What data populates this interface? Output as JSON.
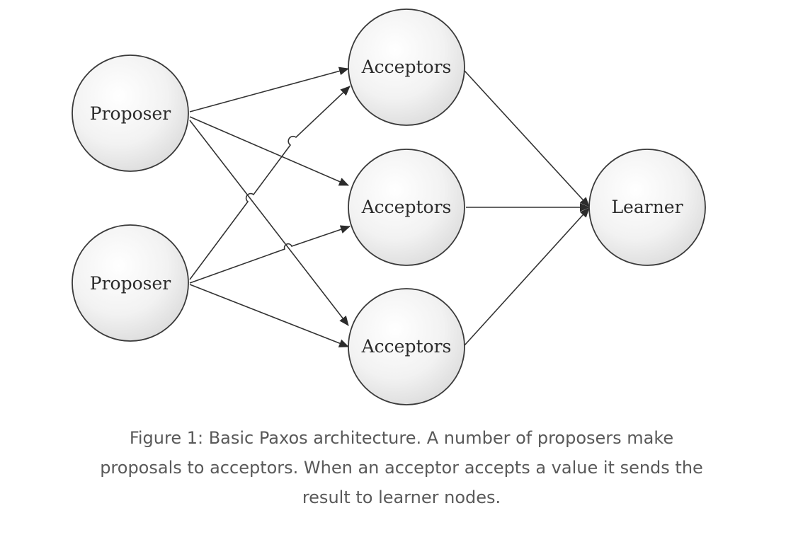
{
  "nodes": [
    {
      "id": "p1",
      "label": "Proposer"
    },
    {
      "id": "p2",
      "label": "Proposer"
    },
    {
      "id": "a1",
      "label": "Acceptors"
    },
    {
      "id": "a2",
      "label": "Acceptors"
    },
    {
      "id": "a3",
      "label": "Acceptors"
    },
    {
      "id": "l1",
      "label": "Learner"
    }
  ],
  "edges": [
    {
      "from": "p1",
      "to": "a1"
    },
    {
      "from": "p1",
      "to": "a2"
    },
    {
      "from": "p1",
      "to": "a3"
    },
    {
      "from": "p2",
      "to": "a1"
    },
    {
      "from": "p2",
      "to": "a2"
    },
    {
      "from": "p2",
      "to": "a3"
    },
    {
      "from": "a1",
      "to": "l1"
    },
    {
      "from": "a2",
      "to": "l1"
    },
    {
      "from": "a3",
      "to": "l1"
    }
  ],
  "caption": {
    "line1": "Figure 1: Basic Paxos architecture. A number of proposers make",
    "line2": "proposals to acceptors. When an acceptor accepts a value it sends the",
    "line3": "result to learner nodes."
  }
}
